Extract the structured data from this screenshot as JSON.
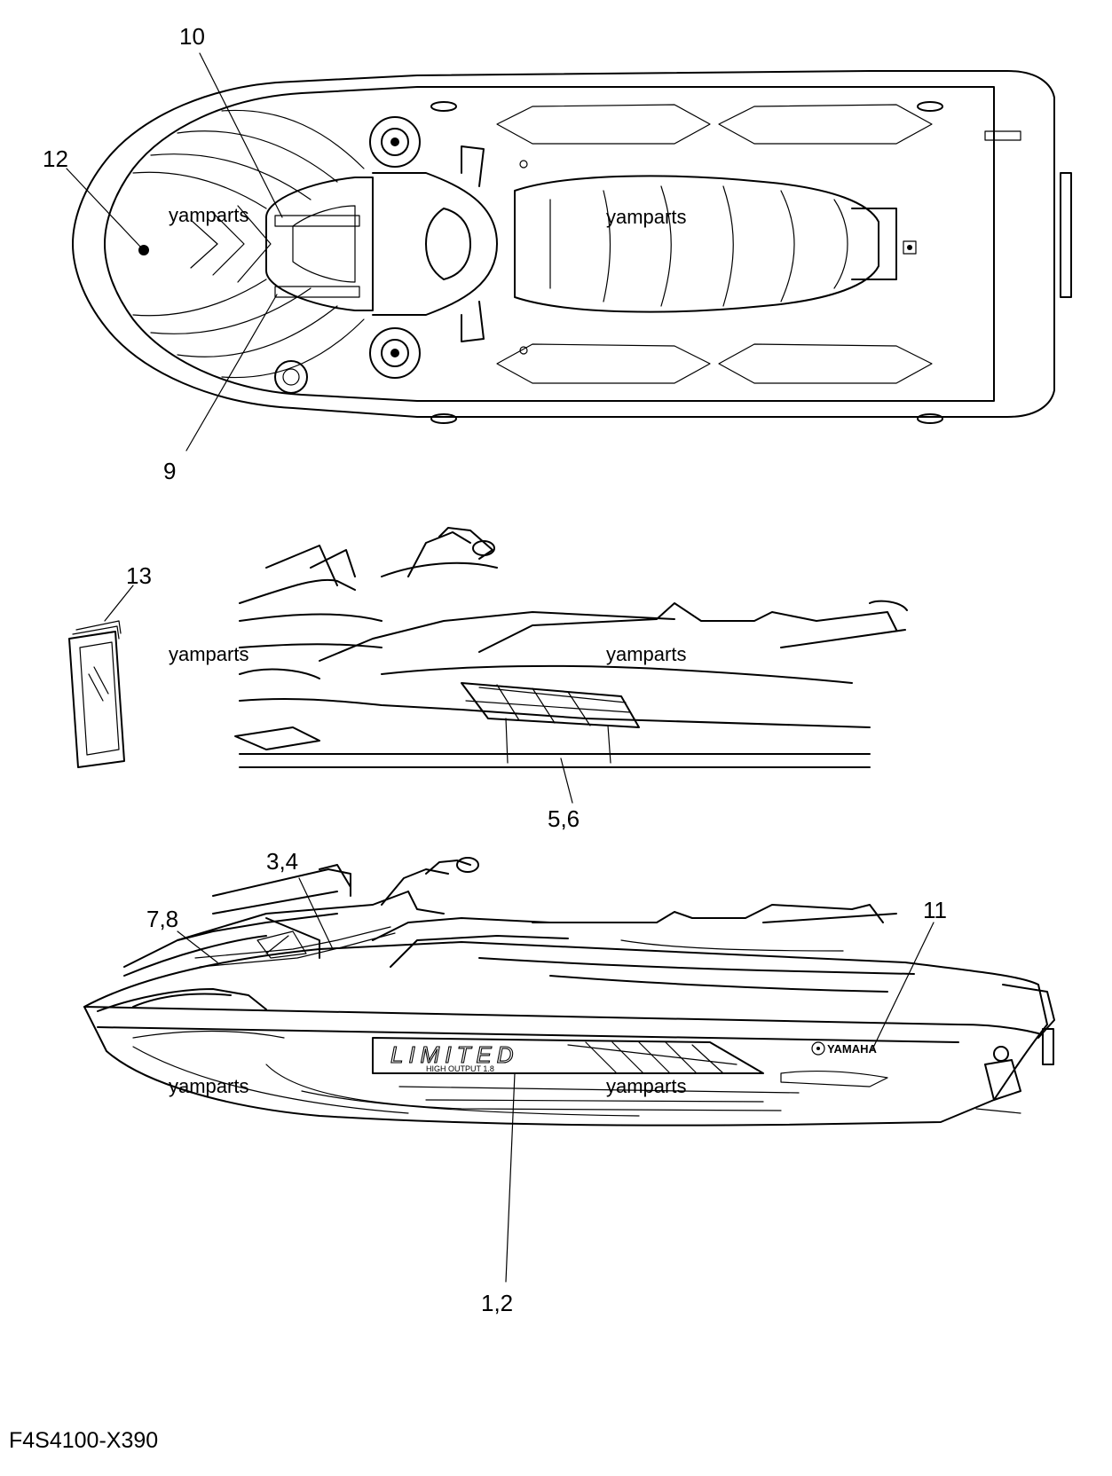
{
  "watermark": "yamparts",
  "diagram_code": "F4S4100-X390",
  "brand_mark": "YAMAHA",
  "decal_text": {
    "model": "LIMITED",
    "sub": "HIGH OUTPUT 1.8"
  },
  "callouts": {
    "c10": "10",
    "c12": "12",
    "c9": "9",
    "c13": "13",
    "c56": "5,6",
    "c34": "3,4",
    "c78": "7,8",
    "c11": "11",
    "c12b": "1,2"
  },
  "views": [
    "top-view",
    "side-view-rear-detail",
    "side-view-full"
  ]
}
